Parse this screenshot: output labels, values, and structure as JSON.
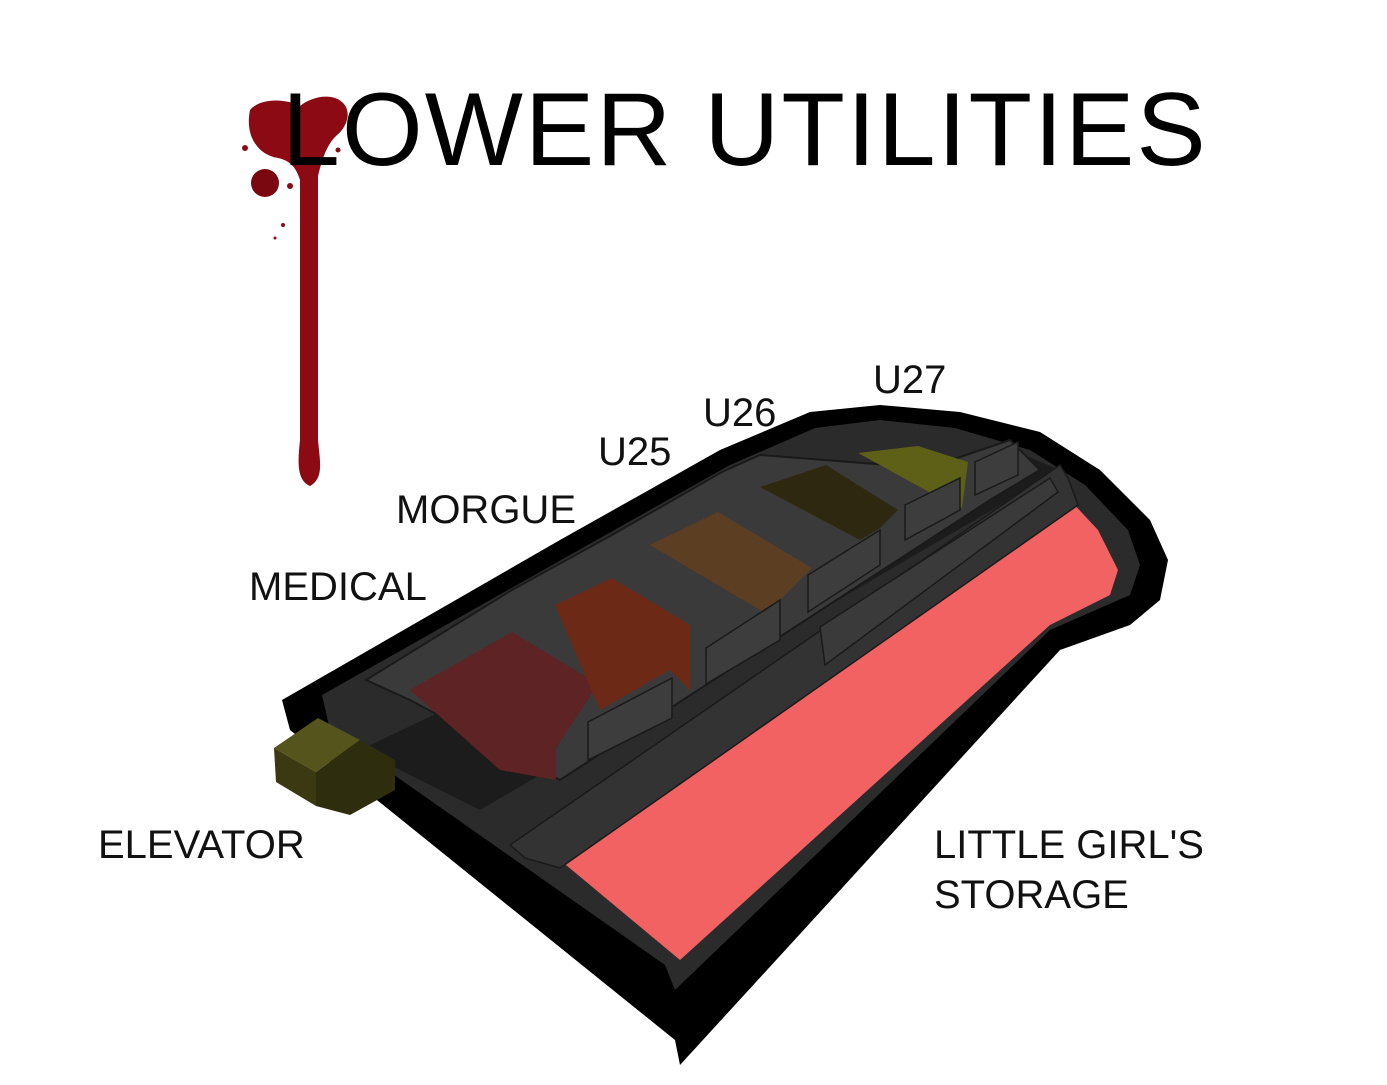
{
  "title": "LOWER UTILITIES",
  "labels": {
    "medical": "MEDICAL",
    "morgue": "MORGUE",
    "u25": "U25",
    "u26": "U26",
    "u27": "U27",
    "elevator": "ELEVATOR",
    "storage_line1": "LITTLE GIRL'S",
    "storage_line2": "STORAGE"
  },
  "colors": {
    "medical": "#5e2325",
    "morgue": "#6b2916",
    "u25": "#5c3f22",
    "u26": "#2f2810",
    "u27": "#5f6018",
    "elevator": "#34330f",
    "storage": "#f26262",
    "walls": "#333333",
    "outer": "#000000",
    "blood": "#8b0a14"
  }
}
